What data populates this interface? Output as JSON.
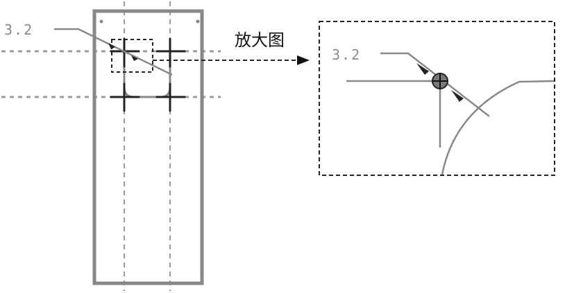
{
  "annotations": {
    "dimension_main": "3.2",
    "dimension_detail": "3.2",
    "zoom_label": "放大图"
  },
  "colors": {
    "outline": "#888888",
    "centerline": "#9a9a9a",
    "ink": "#111111",
    "text_gray": "#8a8a8a"
  }
}
